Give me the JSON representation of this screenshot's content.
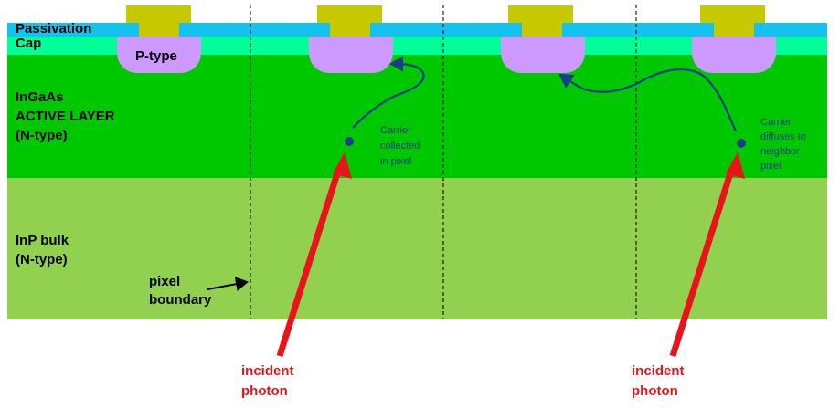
{
  "layers": [
    {
      "key": "passivation",
      "label": "Passivation",
      "color": "#14c2f0"
    },
    {
      "key": "cap",
      "label": "Cap",
      "color": "#00ff99"
    },
    {
      "key": "active",
      "label_lines": [
        "InGaAs",
        "ACTIVE LAYER",
        "(N-type)"
      ],
      "color": "#00c800"
    },
    {
      "key": "bulk",
      "label_lines": [
        "InP bulk",
        "(N-type)"
      ],
      "color": "#92d050"
    }
  ],
  "contact_color": "#c8c800",
  "ptype_color": "#cc99ff",
  "ptype_label": "P-type",
  "pixel_boundary_label": [
    "pixel",
    "boundary"
  ],
  "carrier1_label": [
    "Carrier",
    "collected",
    "in pixel"
  ],
  "carrier2_label": [
    "Carrier",
    "diffuses to",
    "neighbor",
    "pixel"
  ],
  "photon_label": [
    "incident",
    "photon"
  ],
  "carrier_color": "#1f3c8a",
  "photon_color": "#e8141a"
}
